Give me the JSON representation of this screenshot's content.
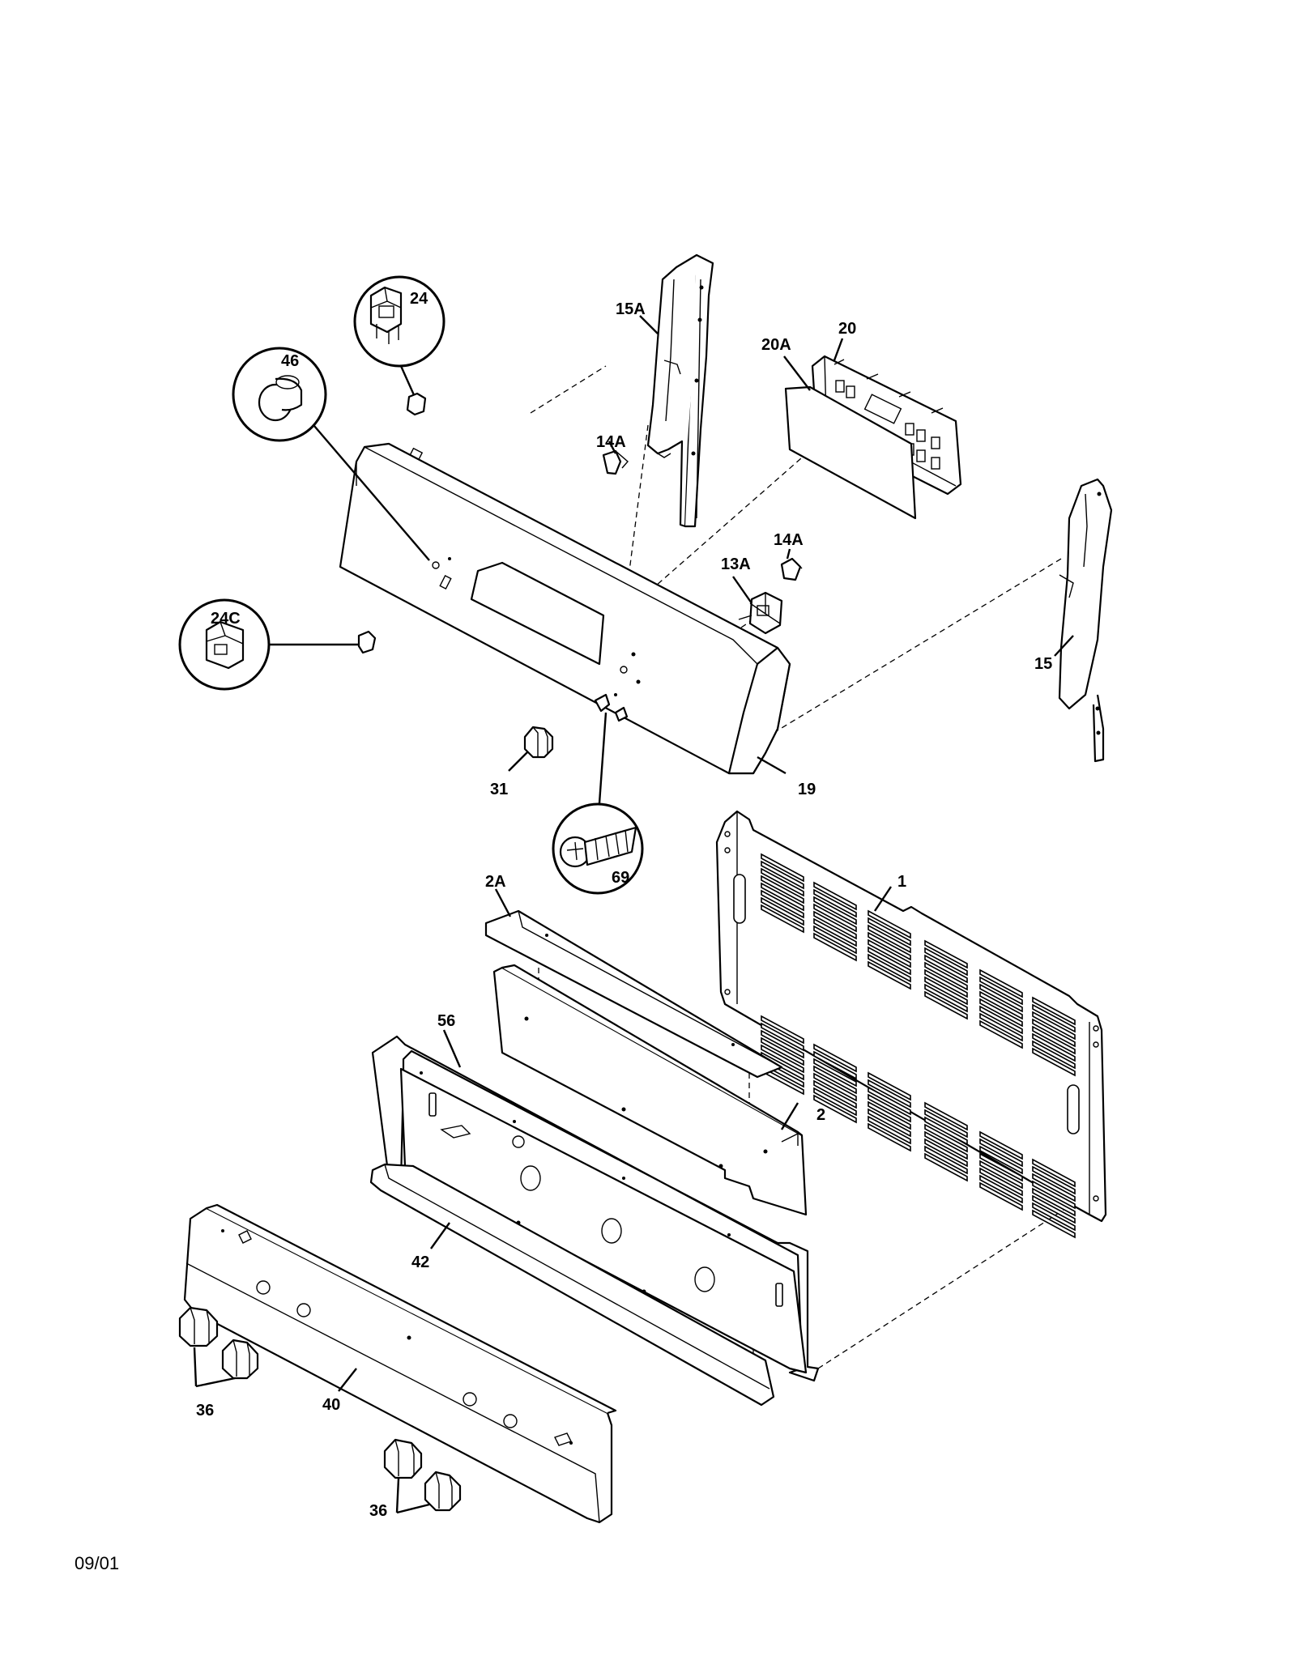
{
  "labels": {
    "p1": "1",
    "p2": "2",
    "p2a": "2A",
    "p13a": "13A",
    "p14a_top": "14A",
    "p14a_right": "14A",
    "p15": "15",
    "p15a": "15A",
    "p19": "19",
    "p20": "20",
    "p20a": "20A",
    "p24": "24",
    "p24c": "24C",
    "p31": "31",
    "p36_left": "36",
    "p36_right": "36",
    "p40": "40",
    "p42": "42",
    "p46": "46",
    "p56": "56",
    "p69": "69"
  },
  "footer": {
    "date": "09/01"
  }
}
